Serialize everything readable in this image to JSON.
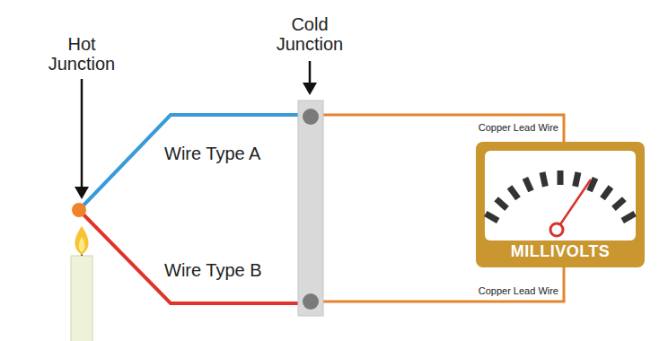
{
  "diagram": {
    "nodes": [
      {
        "text": [
          "MILLIVOLTS"
        ]
      }
    ],
    "labels": [
      "Hot Junction",
      "Cold Junction",
      "Wire Type A",
      "Wire Type B",
      "Copper Lead Wire",
      "Copper Lead Wire"
    ]
  }
}
